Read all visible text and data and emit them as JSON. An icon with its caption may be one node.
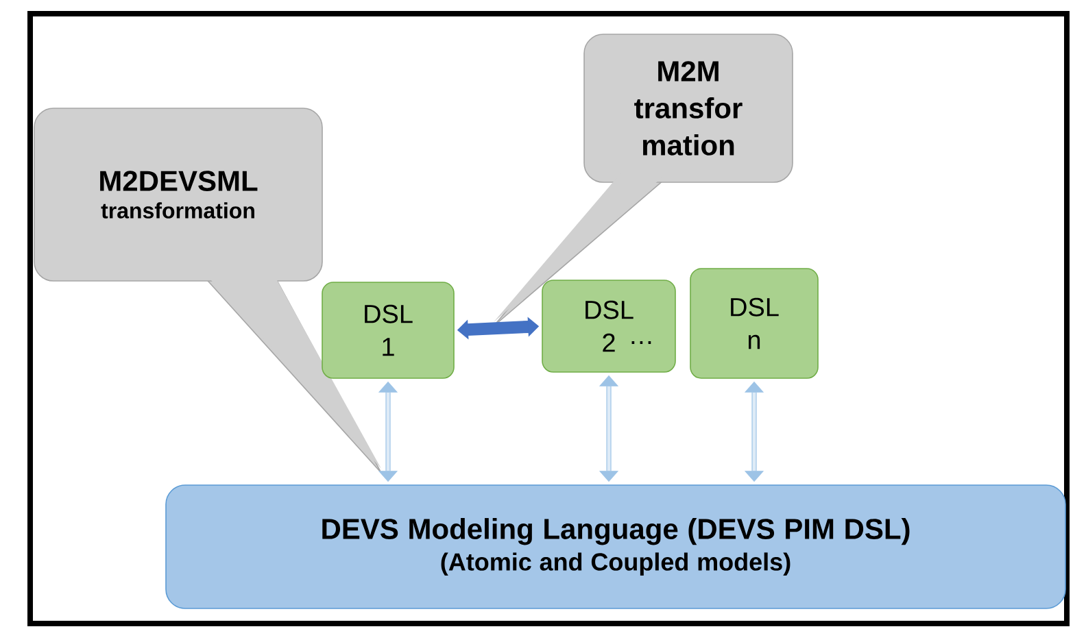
{
  "diagram": {
    "nodes": [
      {
        "text": [
          "M2DEVSML",
          "transformation"
        ]
      },
      {
        "text": [
          "M2M transfor mation"
        ]
      },
      {
        "text": [
          "DSL 1"
        ]
      },
      {
        "text": [
          "DSL 2",
          "…"
        ]
      },
      {
        "text": [
          "DSL n"
        ]
      },
      {
        "text": [
          "DEVS Modeling Language (DEVS  PIM  DSL)",
          "(Atomic and Coupled models)"
        ]
      }
    ],
    "edges": [
      {
        "from": 2,
        "to": 3,
        "arrow": "both",
        "style": "thick",
        "color": "#4472c4"
      },
      {
        "from": 2,
        "to": 5,
        "arrow": "both"
      },
      {
        "from": 3,
        "to": 5,
        "arrow": "both"
      },
      {
        "from": 4,
        "to": 5,
        "arrow": "both"
      }
    ]
  }
}
